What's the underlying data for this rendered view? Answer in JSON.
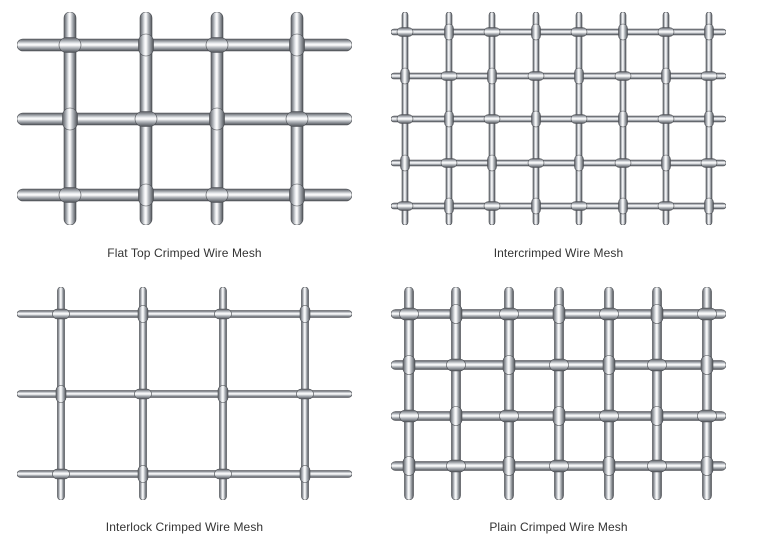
{
  "products": [
    {
      "caption": "Flat Top Crimped Wire Mesh"
    },
    {
      "caption": "Intercrimped Wire Mesh"
    },
    {
      "caption": "Interlock Crimped Wire Mesh"
    },
    {
      "caption": "Plain Crimped Wire Mesh"
    }
  ]
}
